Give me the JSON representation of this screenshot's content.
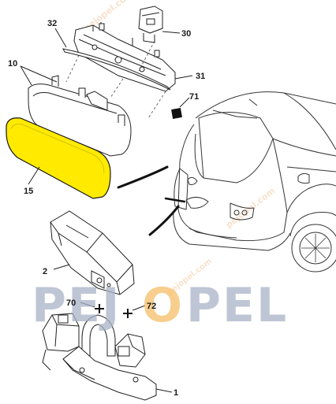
{
  "diagram": {
    "callouts": {
      "c32": "32",
      "c30": "30",
      "c10": "10",
      "c31": "31",
      "c71": "71",
      "c15": "15",
      "c2": "2",
      "c70": "70",
      "c72": "72",
      "c1": "1"
    },
    "watermark": {
      "logo_left": "PEJ",
      "logo_o": "O",
      "logo_right": "PEL",
      "site": "pejopel.com"
    },
    "colors": {
      "highlight": "#ffea00",
      "line": "#1a1a1a",
      "logo": "#a9b3c8",
      "logo_accent": "#f6c67a",
      "watermark": "#f0c090"
    }
  }
}
